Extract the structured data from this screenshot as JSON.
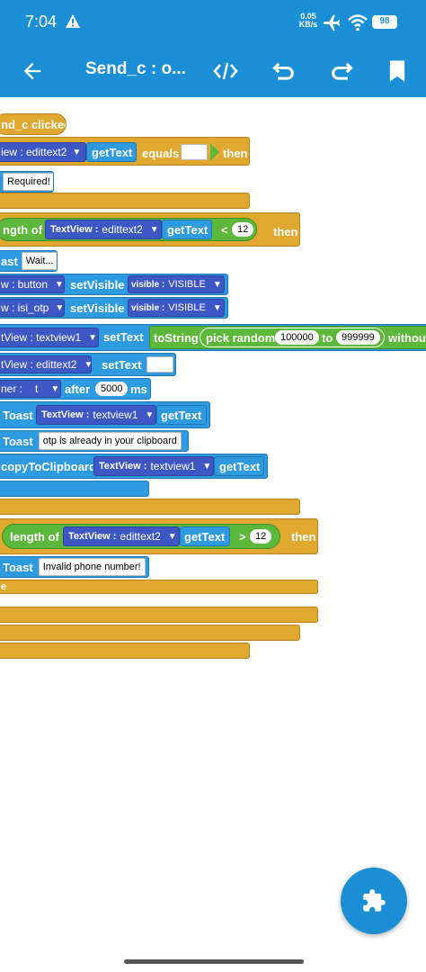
{
  "status": {
    "time": "7:04",
    "net_speed_value": "0.05",
    "net_speed_unit": "KB/s",
    "battery": "98"
  },
  "appbar": {
    "title": "Send_c : o..."
  },
  "blocks": {
    "event": "nd_c clicked",
    "if1": {
      "comp": "iew : edittext2",
      "method": "getText",
      "equals": "equals",
      "then": "then"
    },
    "toast_required": "Required!",
    "if2": {
      "length_of": "ngth of",
      "textview_label": "TextView :",
      "textview_name": "edittext2",
      "method": "getText",
      "op": "<",
      "num": "12",
      "then": "then"
    },
    "toast_wait_label": "ast",
    "toast_wait": "Wait...",
    "set_button": {
      "comp": "w : button",
      "method": "setVisible",
      "vis_label": "visible :",
      "vis_value": "VISIBLE"
    },
    "set_otp": {
      "comp": "w : isi_otp",
      "method": "setVisible",
      "vis_label": "visible :",
      "vis_value": "VISIBLE"
    },
    "set_text1": {
      "comp": "tView : textview1",
      "method": "setText",
      "to_string": "toString",
      "pick_random": "pick random",
      "from": "100000",
      "to": "to",
      "to_num": "999999",
      "without": "without"
    },
    "set_text2": {
      "comp": "tView : edittext2",
      "method": "setText"
    },
    "timer": {
      "comp": "ner :",
      "name": "t",
      "after": "after",
      "ms_value": "5000",
      "ms": "ms"
    },
    "toast1": {
      "label": "Toast",
      "tv_label": "TextView :",
      "tv_name": "textview1",
      "method": "getText"
    },
    "toast2": {
      "label": "Toast",
      "text": "otp is already in your clipboard"
    },
    "clipboard": {
      "label": "copyToClipboard",
      "tv_label": "TextView :",
      "tv_name": "textview1",
      "method": "getText"
    },
    "if3": {
      "length_of": "length of",
      "tv_label": "TextView :",
      "tv_name": "edittext2",
      "method": "getText",
      "op": ">",
      "num": "12",
      "then": "then"
    },
    "toast3": {
      "label": "Toast",
      "text": "Invalid phone number!"
    },
    "else": "e"
  },
  "colors": {
    "primary": "#1a8fd6",
    "control": "#e0a82e",
    "component": "#2e9be0",
    "view": "#3d58c4",
    "operator": "#5cb83a"
  }
}
